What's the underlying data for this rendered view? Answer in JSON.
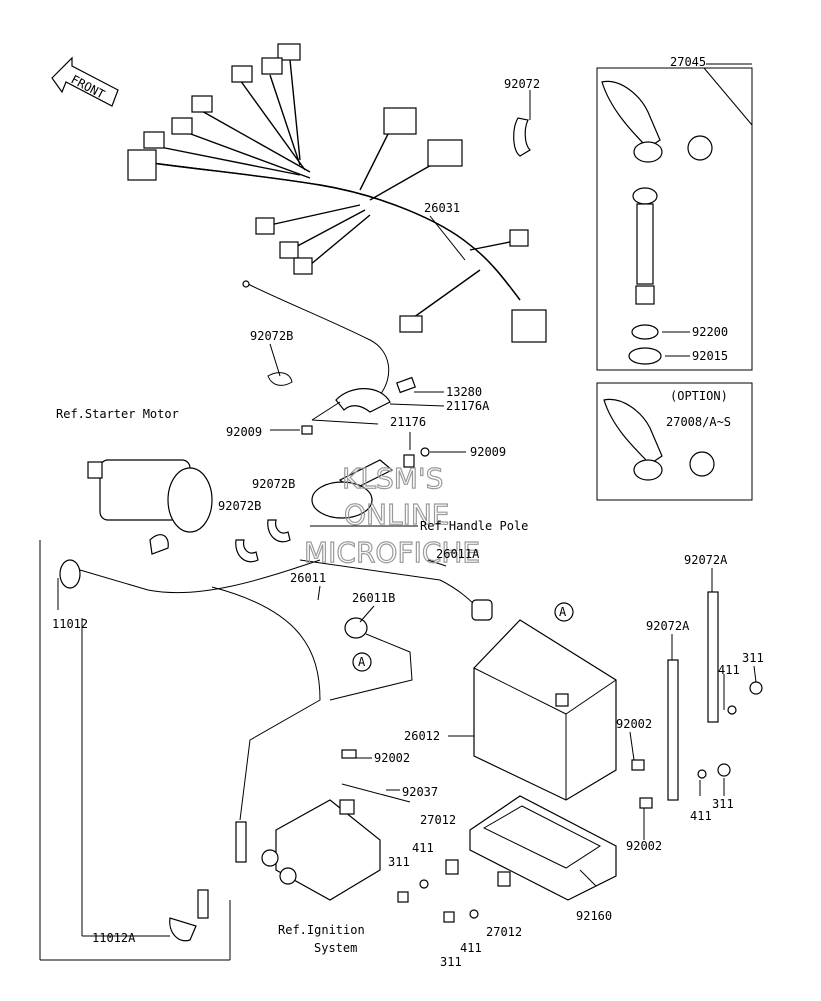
{
  "front_arrow": {
    "label": "FRONT"
  },
  "labels": {
    "p27045": "27045",
    "p92072": "92072",
    "p26031": "26031",
    "p92072b_top": "92072B",
    "p13280": "13280",
    "p21176a": "21176A",
    "p92009_left": "92009",
    "p21176": "21176",
    "p92009_right": "92009",
    "p92200": "92200",
    "p92015": "92015",
    "option": "(OPTION)",
    "p27008": "27008/A~S",
    "ref_starter": "Ref.Starter Motor",
    "p92072b_a": "92072B",
    "p92072b_b": "92072B",
    "ref_handle": "Ref.Handle Pole",
    "p26011a": "26011A",
    "p26011": "26011",
    "p26011b": "26011B",
    "p11012": "11012",
    "p92072a_a": "92072A",
    "p92072a_b": "92072A",
    "p311_a": "311",
    "p411_a": "411",
    "p92002_a": "92002",
    "p26012": "26012",
    "p92002_b": "92002",
    "p92037": "92037",
    "p27012_a": "27012",
    "p411_b": "411",
    "p311_b": "311",
    "p311_c": "311",
    "p411_c": "411",
    "p92002_c": "92002",
    "p92160": "92160",
    "p27012_b": "27012",
    "p411_d": "411",
    "p311_d": "311",
    "p11012a": "11012A",
    "ref_ignition_1": "Ref.Ignition",
    "ref_ignition_2": "System",
    "circle_a_1": "A",
    "circle_a_2": "A"
  },
  "watermark": {
    "line1": "KLSM'S",
    "line2": "ONLINE",
    "line3": "MICROFICHE"
  }
}
